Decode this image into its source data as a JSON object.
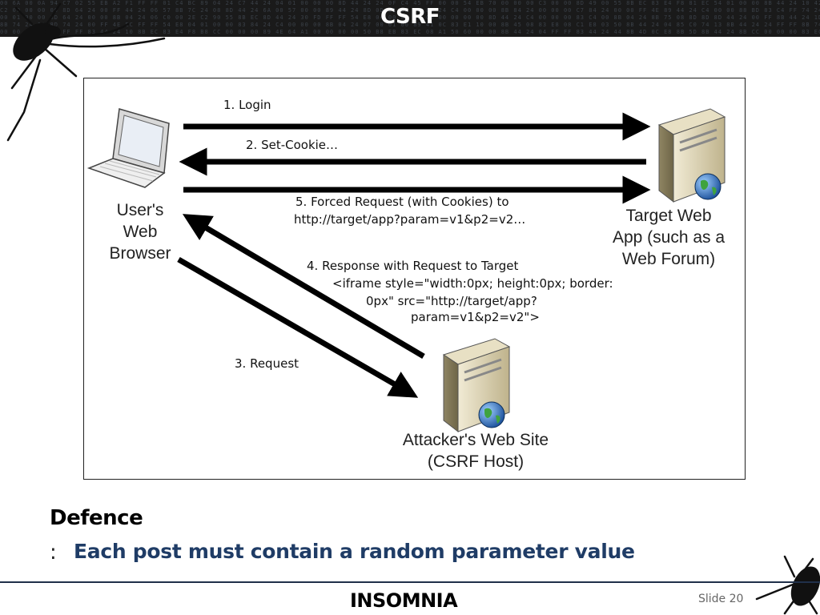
{
  "slide": {
    "title": "CSRF",
    "logo": "INSOMNIA",
    "slide_label": "Slide",
    "slide_number": "20",
    "colors": {
      "header": "#1a1a1a",
      "accent_text": "#1f3c66",
      "footer_line": "#20304a"
    }
  },
  "header": {
    "hex_lines": [
      "00 6A 00 0A 94 C7 02 55 EB A2 F1 FF FF 01 C4 BC 89 04 24 C7 44 24 04 01 00 00 00 8D 44 24 24 0F C4 45 FF 00 00 54 EB 70 00 00 00 C3 00 00 8D 49 00 55 8B EC 83 E4 F8 81 EC 54 01 00 00 8B 44 24 10 42 00 64 A1 18 00 00",
      "C2 00 00 00 00 8D 64 24 00 FF 44 24 06 57 8B 7C 24 08 8D 44 24 6A 00 57 00 00 89 44 24 8D 0D 01 0D FF 84 24 C4 00 00 00 8B 84 24 00 00 00 C7 84 24 00 00 FF 4E 89 44 24 C4 00 00 88 BD 83 C4 FF 74 24 8D 84 24 00 6A 1A",
      "00 01 00 00 8D 64 24 00 00 8B 04 24 06 C0 00 2E C2 90 55 8B EC 8D 44 24 30 FD FF FF 54 E8 04 00 00 00 C3 00 00 00 00 8D 44 24 C4 00 00 00 83 C4 00 8B 04 24 8B 75 08 8D 8D 8D 44 24 00 FF 8B 44 24 1D 00 64 8F 76 EB 8B",
      "8B 74 24 08 8D 74 24 00 FF 4E EC FF FF 54 E8 04 01 00 00 83 84 24 C4 00 00 00 8B 04 24 07 00 01 00 89 41 0C 83 E1 10 00 8B 45 08 83 E8 08 C1 E8 03 50 8B 44 24 04 85 C0 74 13 8B 44 24 24 FF FF 8B 74 24 04 0F B6 14",
      "00 00 00 C3 FF FF FF 83 44 24 10 8B EC 83 E4 F8 B8 CC 00 00 00 89 4E 64 A1 00 00 00 00 50 B8 EB 83 EC 08 A1 50 60 00 00 8B 44 24 04 FF FF 83 44 24 44 8B 4D 0C E8 8B 5D 8B 44 24 8B CC 00 00 00 83 EC 08 C3 00"
    ]
  },
  "diagram": {
    "labels": {
      "login": "1. Login",
      "set_cookie": "2. Set-Cookie…",
      "forced_1": "5. Forced Request (with Cookies) to",
      "forced_2": "http://target/app?param=v1&p2=v2…",
      "response_1": "4. Response with Request to Target",
      "response_2": "<iframe style=\"width:0px; height:0px; border:",
      "response_3": "0px\" src=\"http://target/app?",
      "response_4": "param=v1&p2=v2\">",
      "request": "3. Request"
    },
    "browser": {
      "icon": "laptop-icon",
      "cap1": "User's",
      "cap2": "Web",
      "cap3": "Browser"
    },
    "target": {
      "icon": "server-icon",
      "cap1": "Target Web",
      "cap2": "App (such as a",
      "cap3": "Web Forum)"
    },
    "attacker": {
      "icon": "server-icon",
      "cap1": "Attacker's Web Site",
      "cap2": "(CSRF Host)"
    }
  },
  "defence": {
    "title": "Defence",
    "bullet": ":",
    "text": "Each post must contain a random parameter value"
  }
}
